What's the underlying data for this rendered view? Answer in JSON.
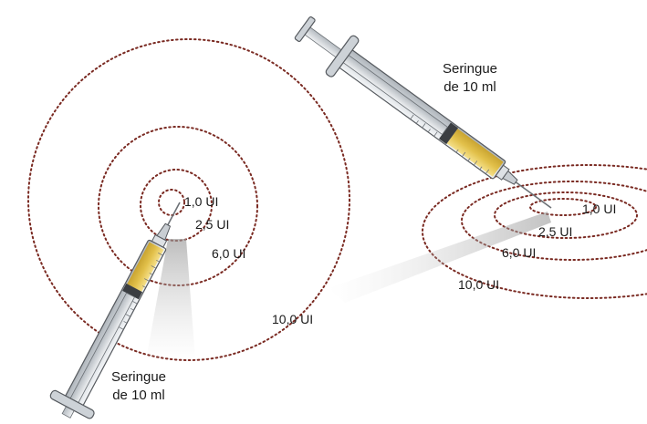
{
  "left_diagram": {
    "syringe_label": {
      "line1": "Seringue",
      "line2": "de 10 ml"
    },
    "rings": [
      {
        "label": "1,0 UI"
      },
      {
        "label": "2,5 UI"
      },
      {
        "label": "6,0 UI"
      },
      {
        "label": "10,0 UI"
      }
    ]
  },
  "right_diagram": {
    "syringe_label": {
      "line1": "Seringue",
      "line2": "de 10 ml"
    },
    "rings": [
      {
        "label": "1,0 UI"
      },
      {
        "label": "2,5 UI"
      },
      {
        "label": "6,0 UI"
      },
      {
        "label": "10,0 UI"
      }
    ]
  },
  "colors": {
    "ring": "#7a2a22",
    "barrel_fill": "#e8c64a",
    "syringe_body": "#d9dde1",
    "syringe_outline": "#55595e"
  }
}
